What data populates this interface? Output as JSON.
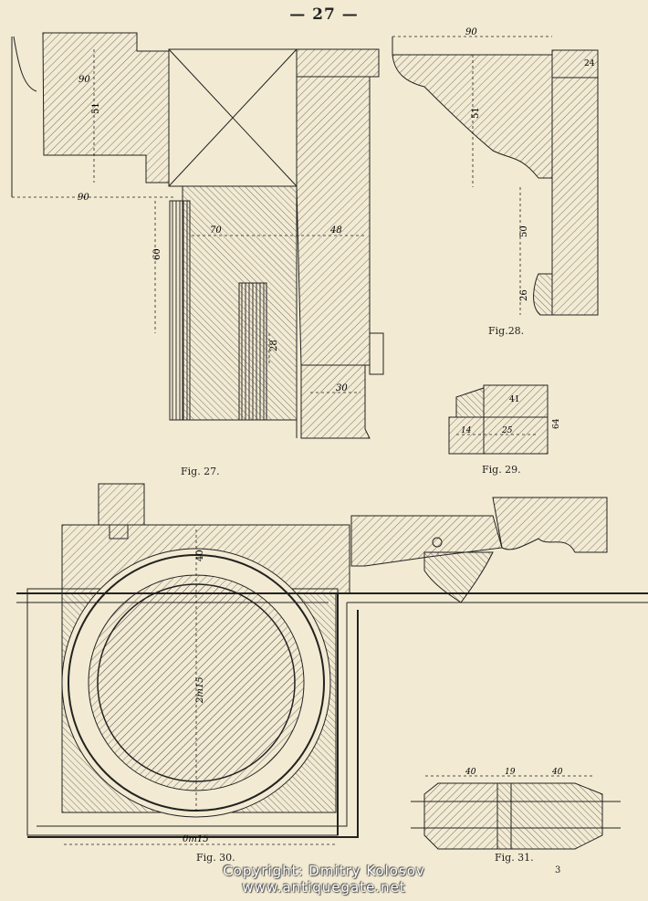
{
  "page_number": "— 27 —",
  "sheet_mark": "3",
  "figures": {
    "fig27": {
      "caption": "Fig. 27.",
      "dims": [
        "90",
        "51",
        "90",
        "70",
        "48",
        "60",
        "28",
        "30"
      ]
    },
    "fig28": {
      "caption": "Fig.28.",
      "dims": [
        "90",
        "24",
        "51",
        "50",
        "26"
      ]
    },
    "fig29": {
      "caption": "Fig. 29.",
      "dims": [
        "41",
        "14",
        "25",
        "64"
      ]
    },
    "fig30": {
      "caption": "Fig. 30.",
      "dims": [
        "40",
        "2m15",
        "0m15"
      ]
    },
    "fig31": {
      "caption": "Fig. 31.",
      "dims": [
        "40",
        "19",
        "40"
      ]
    }
  },
  "watermark": {
    "line1": "Copyright: Dmitry Kolosov",
    "line2": "www.antiquegate.net"
  },
  "colors": {
    "paper": "#f2ead2",
    "ink": "#222222"
  }
}
